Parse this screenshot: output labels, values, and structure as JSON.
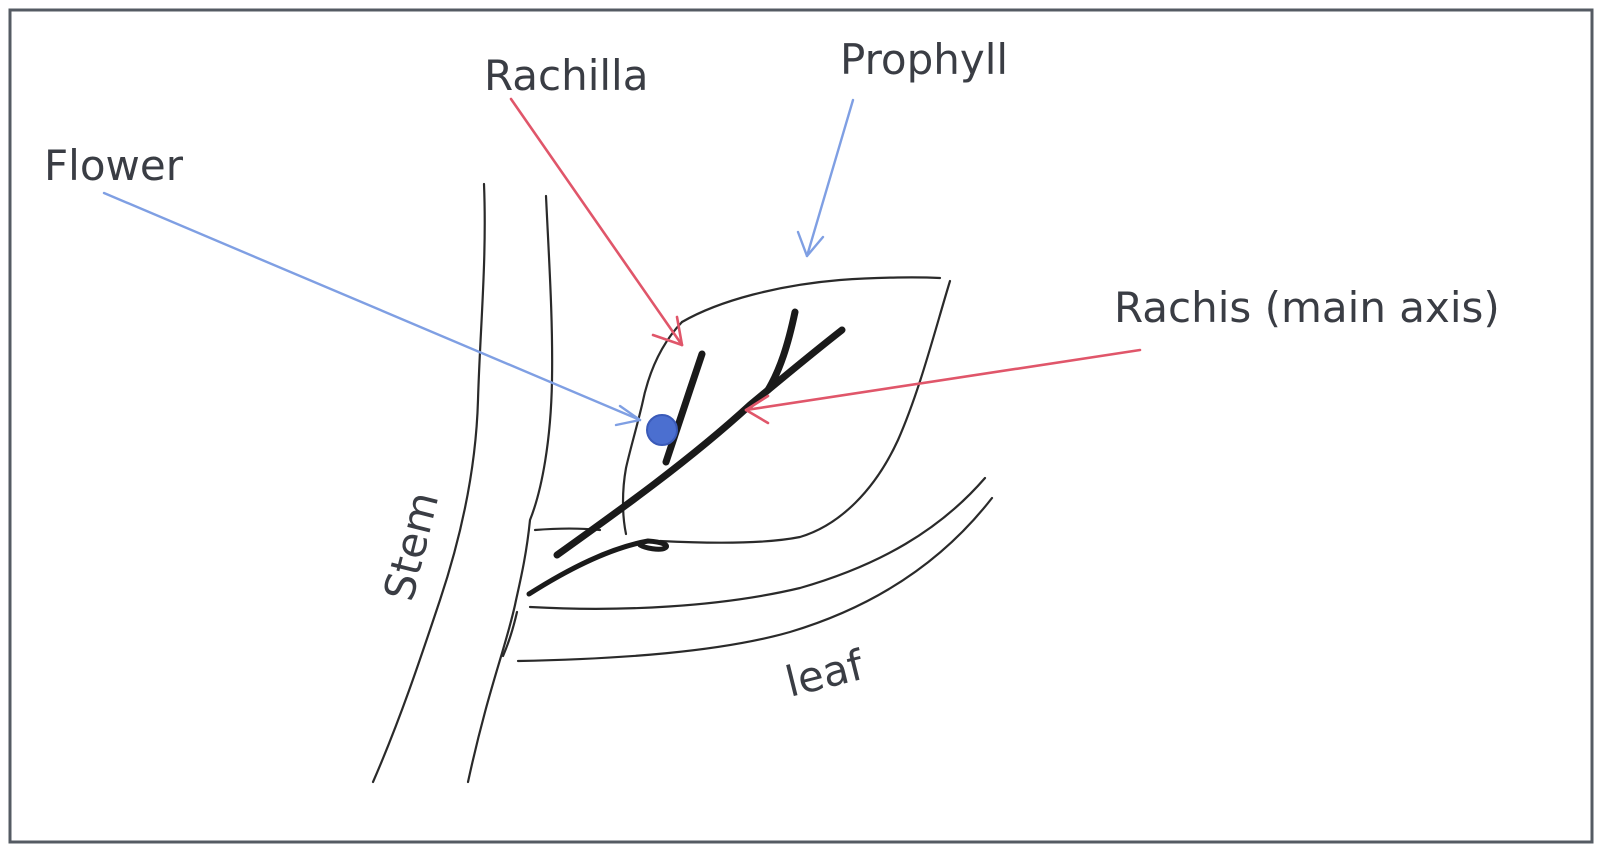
{
  "labels": {
    "rachilla": "Rachilla",
    "prophyll": "Prophyll",
    "flower": "Flower",
    "rachis": "Rachis (main axis)",
    "stem": "Stem",
    "leaf": "leaf"
  },
  "colors": {
    "blue_arrow": "#7f9fe3",
    "red_arrow": "#e0566a",
    "flower_dot": "#4b6fd0",
    "frame": "#555b63",
    "text": "#3a3d44"
  }
}
